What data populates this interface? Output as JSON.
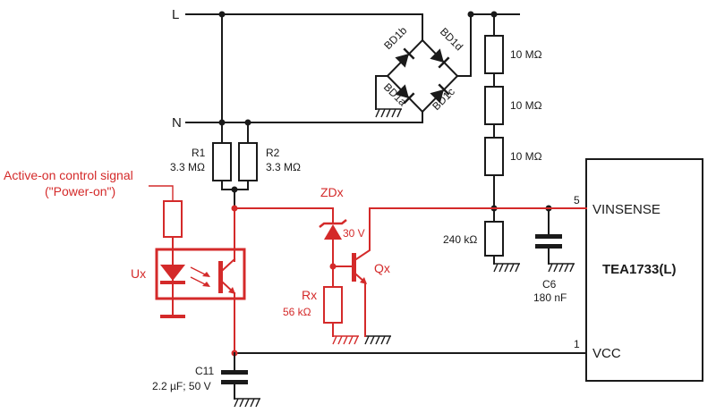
{
  "lines": {
    "live": "L",
    "neutral": "N"
  },
  "bridge": {
    "bd1a": "BD1a",
    "bd1b": "BD1b",
    "bd1c": "BD1c",
    "bd1d": "BD1d"
  },
  "divider": {
    "r1": "10 MΩ",
    "r2": "10 MΩ",
    "r3": "10 MΩ",
    "r_bottom": "240 kΩ"
  },
  "r1": {
    "name": "R1",
    "value": "3.3 MΩ"
  },
  "r2": {
    "name": "R2",
    "value": "3.3 MΩ"
  },
  "control": {
    "line1": "Active-on control signal",
    "line2": "(\"Power-on\")"
  },
  "opto": {
    "name": "Ux"
  },
  "zener": {
    "name": "ZDx",
    "value": "30 V"
  },
  "rx": {
    "name": "Rx",
    "value": "56 kΩ"
  },
  "qx": {
    "name": "Qx"
  },
  "c6": {
    "name": "C6",
    "value": "180 nF"
  },
  "c11": {
    "name": "C11",
    "value": "2.2 µF; 50 V"
  },
  "ic": {
    "name": "TEA1733(L)",
    "pin_vinsense_num": "5",
    "pin_vinsense": "VINSENSE",
    "pin_vcc_num": "1",
    "pin_vcc": "VCC"
  },
  "colors": {
    "black": "#1a1a1a",
    "red": "#d42a2a"
  }
}
